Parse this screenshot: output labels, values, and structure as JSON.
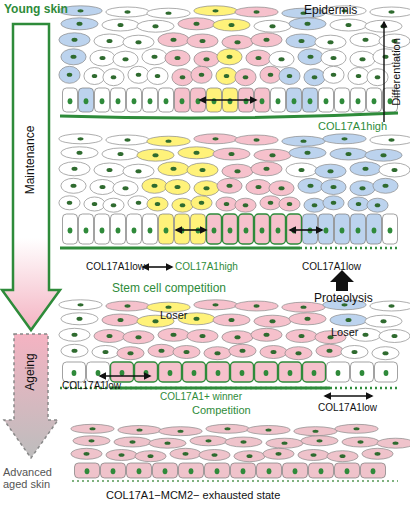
{
  "diagram": {
    "labels": [
      "Young skin",
      "Epidermis",
      "Differentiation",
      "COL17A1high",
      "Maintenance",
      "COL17A1low",
      "COL17A1high",
      "COL17A1low",
      "Stem cell competition",
      "Proteolysis",
      "Loser",
      "Loser",
      "Ageing",
      "COL17A1low",
      "COL17A1+ winner",
      "Competition",
      "COL17A1low",
      "Advanced aged skin",
      "COL17A1−MCM2− exhausted state"
    ]
  }
}
